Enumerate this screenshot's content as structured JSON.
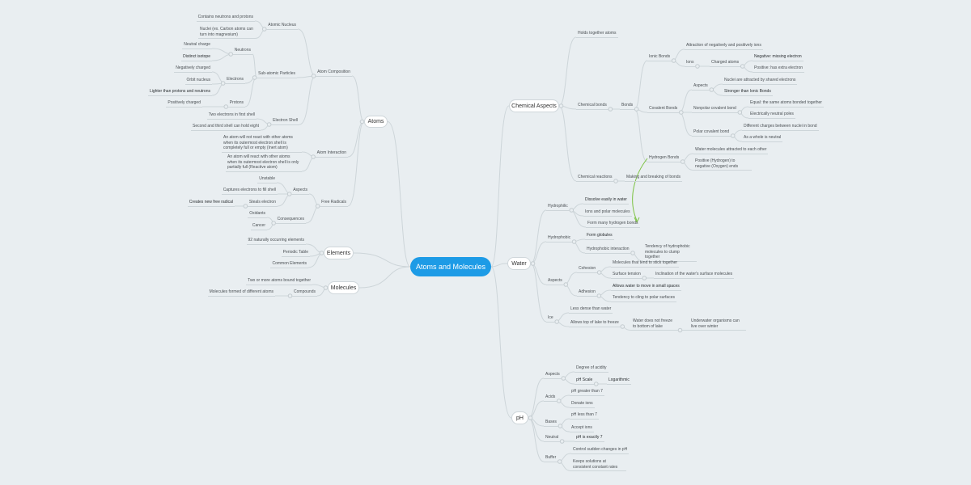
{
  "title": "Atoms and Molecules",
  "atoms": {
    "label": "Atoms",
    "composition": {
      "label": "Atom Composition",
      "nucleus": {
        "label": "Atomic Nucleus",
        "items": [
          "Contains neutrons and protons",
          "Nuclei (ex. Carbon atoms can turn into magnesium)"
        ]
      },
      "particles": {
        "label": "Sub-atomic Particles",
        "neutrons": {
          "label": "Neutrons",
          "items": [
            "Neutral charge",
            "Distinct isotope"
          ]
        },
        "electrons": {
          "label": "Electrons",
          "items": [
            "Negatively charged",
            "Orbit nucleus",
            "Lighter than protons and neutrons"
          ]
        },
        "protons": {
          "label": "Protons",
          "items": [
            "Positively charged"
          ]
        }
      },
      "shell": {
        "label": "Electron Shell",
        "items": [
          "Two electrons in first shell",
          "Second and third shell can hold eight"
        ]
      }
    },
    "interaction": {
      "label": "Atom Interaction",
      "items": [
        "An atom will not react with other atoms when its outermost electron shell is completely full or empty (Inert atom)",
        "An atom will react with other atoms when its outermost electron shell is only partially full (Reactive atom)"
      ]
    },
    "radicals": {
      "label": "Free Radicals",
      "aspects": {
        "label": "Aspects",
        "items": [
          "Unstable",
          "Captures electrons to fill shell"
        ],
        "steals": {
          "label": "Steals electron",
          "items": [
            "Creates new free radical"
          ]
        }
      },
      "consequences": {
        "label": "Consequences",
        "items": [
          "Oxidants",
          "Cancer"
        ]
      }
    }
  },
  "elements": {
    "label": "Elements",
    "items": [
      "92 naturally occurring elements",
      "Periodic Table",
      "Common Elements"
    ]
  },
  "molecules": {
    "label": "Molecules",
    "items": [
      "Two or more atoms bound together"
    ],
    "compounds": {
      "label": "Compounds",
      "items": [
        "Molecules formed of different atoms"
      ]
    }
  },
  "chemical": {
    "label": "Chemical Aspects",
    "holds": "Holds together atoms",
    "bonds_label": "Chemical bonds",
    "bonds": {
      "label": "Bonds",
      "ionic": {
        "label": "Ionic Bonds",
        "attraction": "Attraction of negatively and positively ions",
        "ions": "Ions",
        "charged": "Charged atoms",
        "items": [
          "Negative: missing electron",
          "Positive: has extra electron"
        ]
      },
      "covalent": {
        "label": "Covalent Bonds",
        "aspects": {
          "label": "Aspects",
          "items": [
            "Nuclei are attracted by shared electrons",
            "Stronger than Ionic Bonds"
          ]
        },
        "nonpolar": {
          "label": "Nonpolar covalent bond",
          "items": [
            "Equal: the same atoms bonded together",
            "Electrically neutral poles"
          ]
        },
        "polar": {
          "label": "Polar covalent bond",
          "items": [
            "Different charges between nuclei in bond",
            "As a whole is neutral"
          ]
        }
      },
      "hydrogen": {
        "label": "Hydrogen Bonds",
        "items": [
          "Water molecules attracted to each other",
          "Positive (Hydrogen) to negative (Oxygen) ends"
        ]
      }
    },
    "reactions": {
      "label": "Chemical reactions",
      "items": [
        "Making and breaking of bonds"
      ]
    }
  },
  "water": {
    "label": "Water",
    "hydrophilic": {
      "label": "Hydrophilic",
      "items": [
        "Dissolve easily in water",
        "Ions and polar molecules",
        "Form many hydrogen bonds"
      ]
    },
    "hydrophobic": {
      "label": "Hydrophobic",
      "items": [
        "Form globules",
        "Hydrophobic interaction"
      ],
      "interaction_detail": "Tendency of hydrophobic molecules to clump together"
    },
    "aspects": {
      "label": "Aspects",
      "cohesion": {
        "label": "Cohesion",
        "items": [
          "Molecules that tend to stick together",
          "Surface tension"
        ],
        "tension_detail": "Inclination of the water's surface molecules"
      },
      "adhesion": {
        "label": "Adhesion",
        "items": [
          "Allows water to move in small spaces",
          "Tendency to cling to polar surfaces"
        ]
      }
    },
    "ice": {
      "label": "Ice",
      "items": [
        "Less dense than water",
        "Allows top of lake to freeze",
        "Water does not freeze to bottom of lake",
        "Underwater organisms can live over winter"
      ]
    }
  },
  "ph": {
    "label": "pH",
    "aspects": {
      "label": "Aspects",
      "items": [
        "Degree of acidity",
        "pH Scale",
        "Logarithmic"
      ]
    },
    "acids": {
      "label": "Acids",
      "items": [
        "pH greater than 7",
        "Donate ions"
      ]
    },
    "bases": {
      "label": "Bases",
      "items": [
        "pH less than 7",
        "Accept ions"
      ]
    },
    "neutral": {
      "label": "Neutral",
      "items": [
        "pH is exactly 7"
      ]
    },
    "buffer": {
      "label": "Buffer",
      "items": [
        "Control sudden changes in pH",
        "Keeps solutions at consistent constant rates"
      ]
    }
  },
  "colors": {
    "center": "#1d9be6",
    "background": "#e9eef1",
    "link": "#cdd5d9",
    "highlight_arrow": "#7cc242"
  }
}
